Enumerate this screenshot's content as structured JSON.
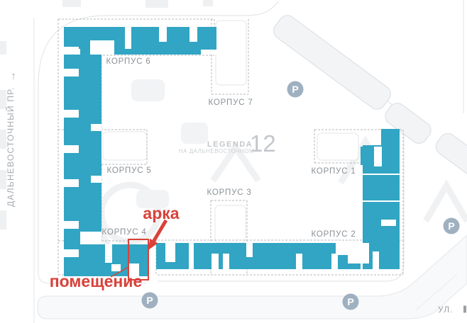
{
  "logo": {
    "brand": "LEGENDA",
    "number": "12",
    "subtitle": "НА ДАЛЬНЕВОСТОЧНОМ"
  },
  "streets": {
    "left": "ДАЛЬНЕВОСТОЧНЫЙ ПР.",
    "left_arrow": "↑",
    "bottom_right": "УЛ."
  },
  "buildings": {
    "k1": "КОРПУС 1",
    "k2": "КОРПУС 2",
    "k3": "КОРПУС 3",
    "k4": "КОРПУС 4",
    "k5": "КОРПУС 5",
    "k6": "КОРПУС 6",
    "k7": "КОРПУС 7"
  },
  "annotations": {
    "arch": "арка",
    "premises": "помещение"
  },
  "parking": {
    "symbol": "P"
  },
  "colors": {
    "building_fill": "#31a5c3",
    "annotation_red": "#d8423a",
    "dashed_outline": "#b4b9bd",
    "label_gray": "#8b9196",
    "parking_gray": "#9fb0c0",
    "logo_gray": "#c3c7cb"
  }
}
